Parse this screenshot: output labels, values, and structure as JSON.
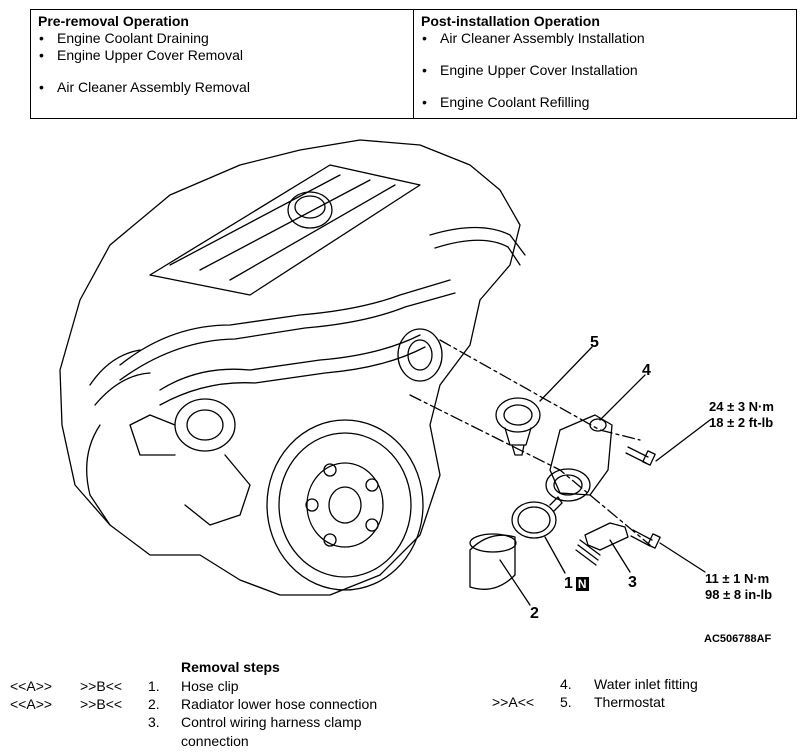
{
  "pre_removal": {
    "title": "Pre-removal Operation",
    "items": [
      "Engine Coolant Draining",
      "Engine Upper Cover Removal",
      "Air Cleaner Assembly Removal"
    ]
  },
  "post_installation": {
    "title": "Post-installation Operation",
    "items": [
      "Air Cleaner Assembly Installation",
      "Engine Upper Cover Installation",
      "Engine Coolant Refilling"
    ]
  },
  "bullet": "•",
  "figure": {
    "code": "AC506788AF",
    "callouts": [
      "1",
      "2",
      "3",
      "4",
      "5"
    ],
    "new_part_badge": "N",
    "torque_upper": [
      "24 ± 3 N·m",
      "18 ± 2 ft-lb"
    ],
    "torque_lower": [
      "11 ± 1 N·m",
      "98 ± 8 in-lb"
    ]
  },
  "removal_steps": {
    "title": "Removal steps",
    "steps": [
      {
        "ref1": "<<A>>",
        "ref2": ">>B<<",
        "num": "1.",
        "text": "Hose clip"
      },
      {
        "ref1": "<<A>>",
        "ref2": ">>B<<",
        "num": "2.",
        "text": "Radiator lower hose connection"
      },
      {
        "ref1": "",
        "ref2": "",
        "num": "3.",
        "text": "Control wiring harness clamp"
      },
      {
        "ref1": "",
        "ref2": "",
        "num": "",
        "text": "connection"
      },
      {
        "ref1": "",
        "ref2": "",
        "num": "4.",
        "text": "Water inlet fitting"
      },
      {
        "ref1": "",
        "ref2": ">>A<<",
        "num": "5.",
        "text": "Thermostat"
      }
    ]
  }
}
